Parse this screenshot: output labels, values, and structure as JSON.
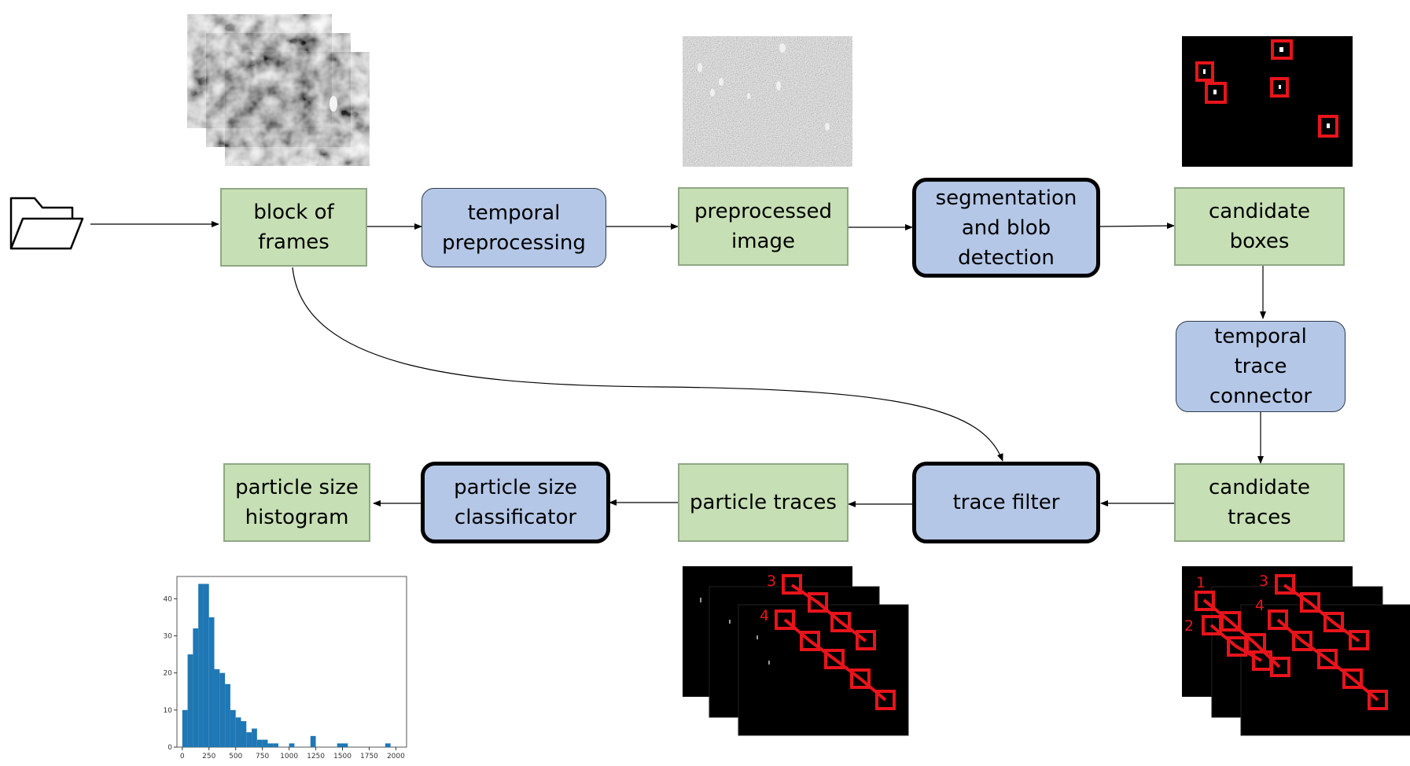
{
  "nodes": {
    "block_of_frames": "block of\nframes",
    "temporal_preprocessing": "temporal\npreprocessing",
    "preprocessed_image": "preprocessed\nimage",
    "segmentation": "segmentation\nand blob\ndetection",
    "candidate_boxes": "candidate\nboxes",
    "temporal_trace_connector": "temporal\ntrace\nconnector",
    "candidate_traces": "candidate\ntraces",
    "trace_filter": "trace filter",
    "particle_traces": "particle traces",
    "particle_size_classificator": "particle size\nclassificator",
    "particle_size_histogram": "particle size\nhistogram"
  },
  "icons": {
    "input": "folder-icon"
  },
  "trace_labels": {
    "particle": [
      "3",
      "4"
    ],
    "candidate": [
      "1",
      "2",
      "3",
      "4"
    ]
  },
  "colors": {
    "data_fill": "#c6dfb4",
    "process_fill": "#b4c7e7",
    "box_red": "#e8141b",
    "histogram_bar": "#1f77b4"
  },
  "chart_data": {
    "type": "bar",
    "title": "",
    "xlabel": "",
    "ylabel": "",
    "xlim": [
      -50,
      2100
    ],
    "ylim": [
      0,
      46
    ],
    "xticks": [
      0,
      250,
      500,
      750,
      1000,
      1250,
      1500,
      1750,
      2000
    ],
    "yticks": [
      0,
      10,
      20,
      30,
      40
    ],
    "bin_width": 50,
    "bins": [
      {
        "x0": 0,
        "count": 10
      },
      {
        "x0": 50,
        "count": 25
      },
      {
        "x0": 100,
        "count": 32
      },
      {
        "x0": 150,
        "count": 44
      },
      {
        "x0": 200,
        "count": 44
      },
      {
        "x0": 250,
        "count": 35
      },
      {
        "x0": 300,
        "count": 21
      },
      {
        "x0": 350,
        "count": 20
      },
      {
        "x0": 400,
        "count": 17
      },
      {
        "x0": 450,
        "count": 10
      },
      {
        "x0": 500,
        "count": 8
      },
      {
        "x0": 550,
        "count": 7
      },
      {
        "x0": 600,
        "count": 4
      },
      {
        "x0": 650,
        "count": 5
      },
      {
        "x0": 700,
        "count": 2
      },
      {
        "x0": 750,
        "count": 2
      },
      {
        "x0": 800,
        "count": 1
      },
      {
        "x0": 850,
        "count": 1
      },
      {
        "x0": 1000,
        "count": 1
      },
      {
        "x0": 1200,
        "count": 3
      },
      {
        "x0": 1450,
        "count": 1
      },
      {
        "x0": 1500,
        "count": 1
      },
      {
        "x0": 1900,
        "count": 1
      }
    ]
  }
}
